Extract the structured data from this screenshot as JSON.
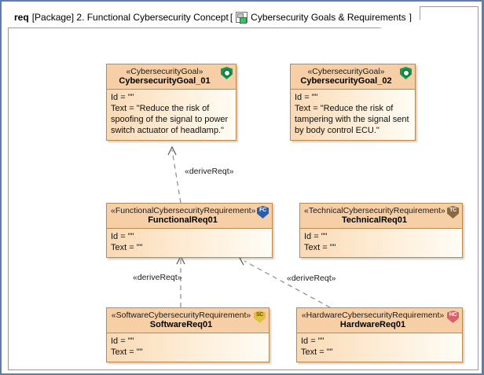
{
  "window": {
    "frame_color": "#5a7fae",
    "canvas_background": "#ffffff"
  },
  "header": {
    "keyword": "req",
    "qualifier": "[Package] 2. Functional Cybersecurity Concept",
    "bracket_open": "[",
    "icon": "package-diagram-icon",
    "diagram_name": "Cybersecurity Goals & Requirements",
    "bracket_close": "]"
  },
  "palette": {
    "node_border": "#b98b50",
    "node_header_fill": "#f7cfa6",
    "node_body_fill_left": "#fad9b4",
    "node_body_fill_right": "#fffdf6",
    "goal_icon": "#159b4e",
    "functional_icon": "#2a5db0",
    "technical_icon": "#8a6a3a",
    "software_icon": "#e0c040",
    "hardware_icon": "#d9606a"
  },
  "nodes": [
    {
      "id": "goal01",
      "stereotype": "«CybersecurityGoal»",
      "name": "CybersecurityGoal_01",
      "icon": "green-shield-icon",
      "icon_class": "goal",
      "icon_text": "",
      "attributes": [
        "Id = \"\"",
        "Text = \"Reduce the risk of spoofing of the signal to power switch actuator of headlamp.\""
      ]
    },
    {
      "id": "goal02",
      "stereotype": "«CybersecurityGoal»",
      "name": "CybersecurityGoal_02",
      "icon": "green-shield-icon",
      "icon_class": "goal",
      "icon_text": "",
      "attributes": [
        "Id = \"\"",
        "Text = \"Reduce the risk of tampering with the signal sent by body control ECU.\""
      ]
    },
    {
      "id": "funcreq01",
      "stereotype": "«FunctionalCybersecurityRequirement»",
      "name": "FunctionalReq01",
      "icon": "blue-shield-icon",
      "icon_class": "fc",
      "icon_text": "FC",
      "attributes": [
        "Id = \"\"",
        "Text = \"\""
      ]
    },
    {
      "id": "techreq01",
      "stereotype": "«TechnicalCybersecurityRequirement»",
      "name": "TechnicalReq01",
      "icon": "brown-shield-icon",
      "icon_class": "tc",
      "icon_text": "TC",
      "attributes": [
        "Id = \"\"",
        "Text = \"\""
      ]
    },
    {
      "id": "softreq01",
      "stereotype": "«SoftwareCybersecurityRequirement»",
      "name": "SoftwareReq01",
      "icon": "yellow-shield-icon",
      "icon_class": "sc",
      "icon_text": "SC",
      "attributes": [
        "Id = \"\"",
        "Text = \"\""
      ]
    },
    {
      "id": "hardreq01",
      "stereotype": "«HardwareCybersecurityRequirement»",
      "name": "HardwareReq01",
      "icon": "red-shield-icon",
      "icon_class": "hc",
      "icon_text": "HC",
      "attributes": [
        "Id = \"\"",
        "Text = \"\""
      ]
    }
  ],
  "connectors": [
    {
      "id": "c1",
      "label": "«deriveReqt»",
      "from": "funcreq01",
      "to": "goal01",
      "style": "dashed-open-arrow"
    },
    {
      "id": "c2",
      "label": "«deriveReqt»",
      "from": "softreq01",
      "to": "funcreq01",
      "style": "dashed-open-arrow"
    },
    {
      "id": "c3",
      "label": "«deriveReqt»",
      "from": "hardreq01",
      "to": "funcreq01",
      "style": "dashed-open-arrow"
    }
  ]
}
